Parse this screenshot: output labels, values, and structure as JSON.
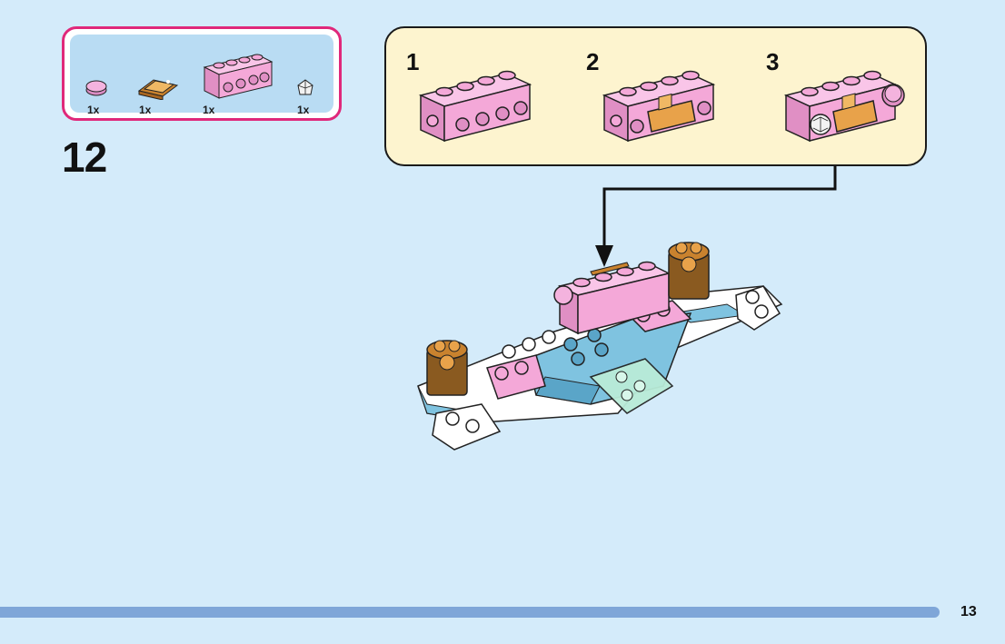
{
  "parts_list": {
    "items": [
      {
        "name": "pink-round-tile",
        "qty": "1x"
      },
      {
        "name": "gold-ingot",
        "qty": "1x"
      },
      {
        "name": "pink-brick-1x4-studs-side",
        "qty": "1x"
      },
      {
        "name": "clear-diamond-jewel",
        "qty": "1x"
      }
    ]
  },
  "step": {
    "number": "12"
  },
  "sub_steps": [
    {
      "number": "1"
    },
    {
      "number": "2"
    },
    {
      "number": "3"
    }
  ],
  "page": {
    "number": "13"
  },
  "colors": {
    "background": "#d4ebfa",
    "parts_border": "#e0287a",
    "callout_bg": "#fdf4cf",
    "pink_brick": "#f4a8d8",
    "gold": "#e8a24a",
    "bar": "#7fa6d8"
  }
}
